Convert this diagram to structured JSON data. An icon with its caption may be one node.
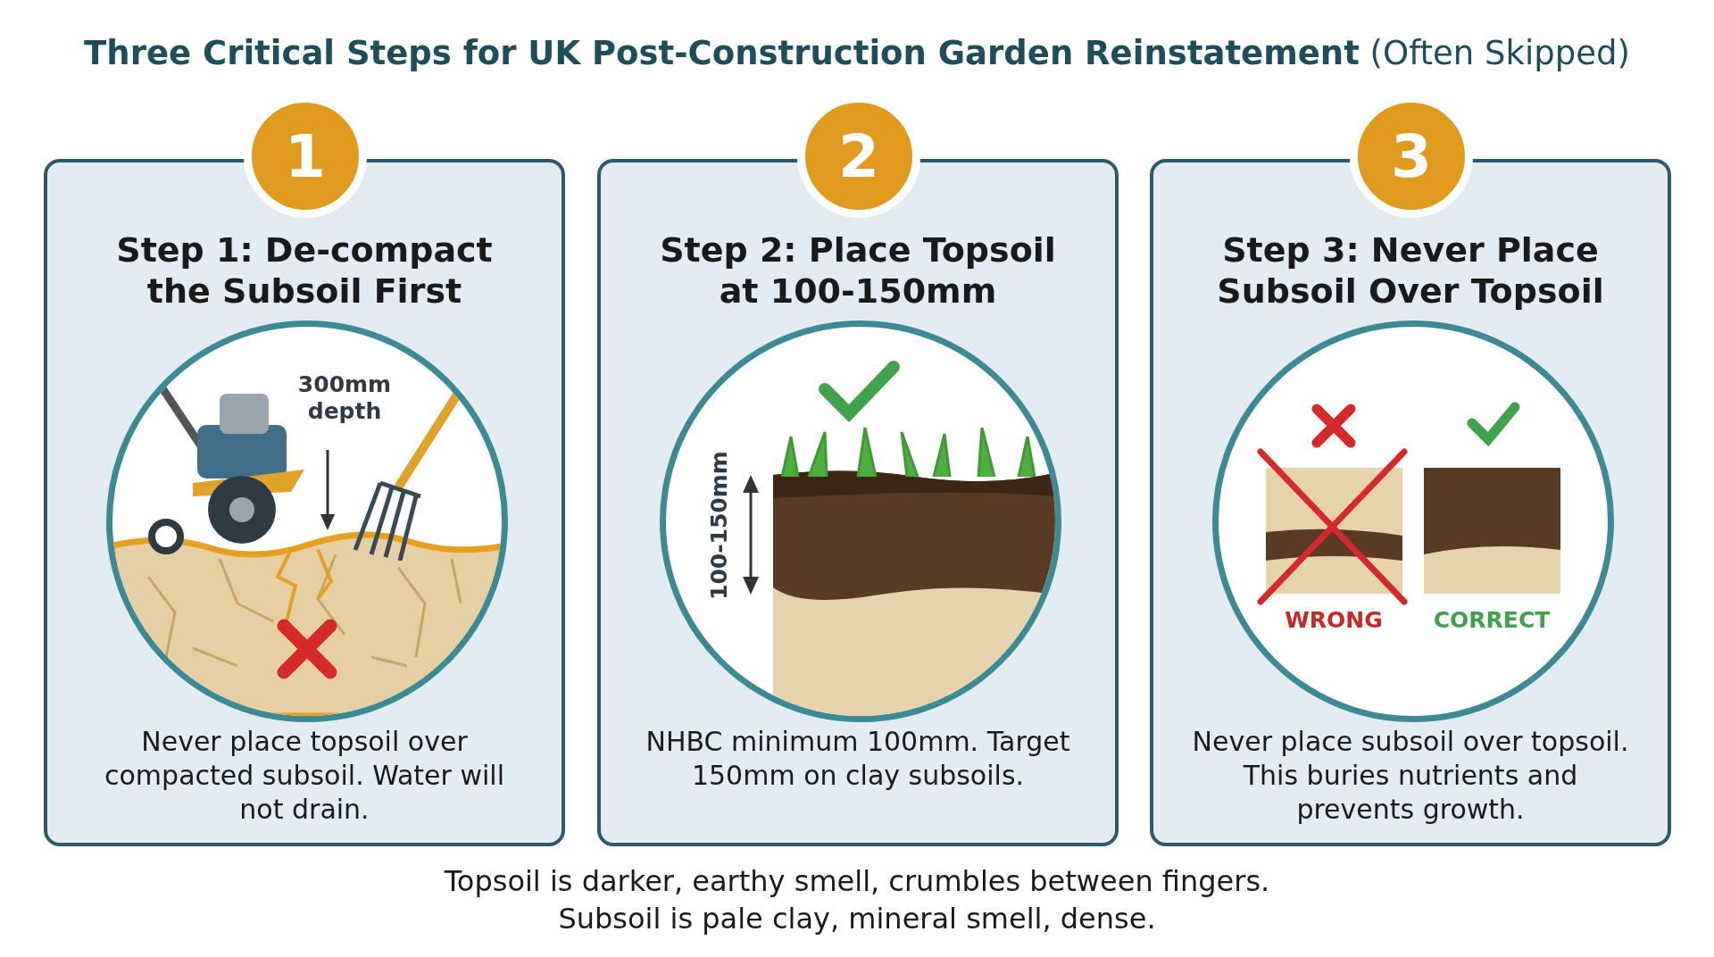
{
  "diagram": {
    "title": "**Three Critical Steps for UK Post-Construction Garden Reinstatement** (Often Skipped)",
    "nodes": [
      {
        "text": [
          "Step 1: De-compact the Subsoil First",
          "Never place topsoil over compacted subsoil. Water will not drain."
        ]
      },
      {
        "text": [
          "1"
        ]
      },
      {
        "text": [
          "300mm depth"
        ],
        "in": 0
      },
      {
        "text": [
          "Step 2: Place Topsoil at 100-150mm",
          "NHBC minimum 100mm. Target 150mm on clay subsoils."
        ]
      },
      {
        "text": [
          "2"
        ]
      },
      {
        "text": [
          "100-150mm"
        ],
        "in": 3
      },
      {
        "text": [
          "Step 3: Never Place Subsoil Over Topsoil",
          "Never place subsoil over topsoil. This buries nutrients and prevents growth."
        ]
      },
      {
        "text": [
          "3"
        ]
      },
      {
        "text": [
          "WRONG",
          "CORRECT"
        ],
        "in": 6
      }
    ],
    "labels": [
      "Topsoil is darker, earthy smell, crumbles between fingers.",
      "Subsoil is pale clay, mineral smell, dense."
    ]
  }
}
